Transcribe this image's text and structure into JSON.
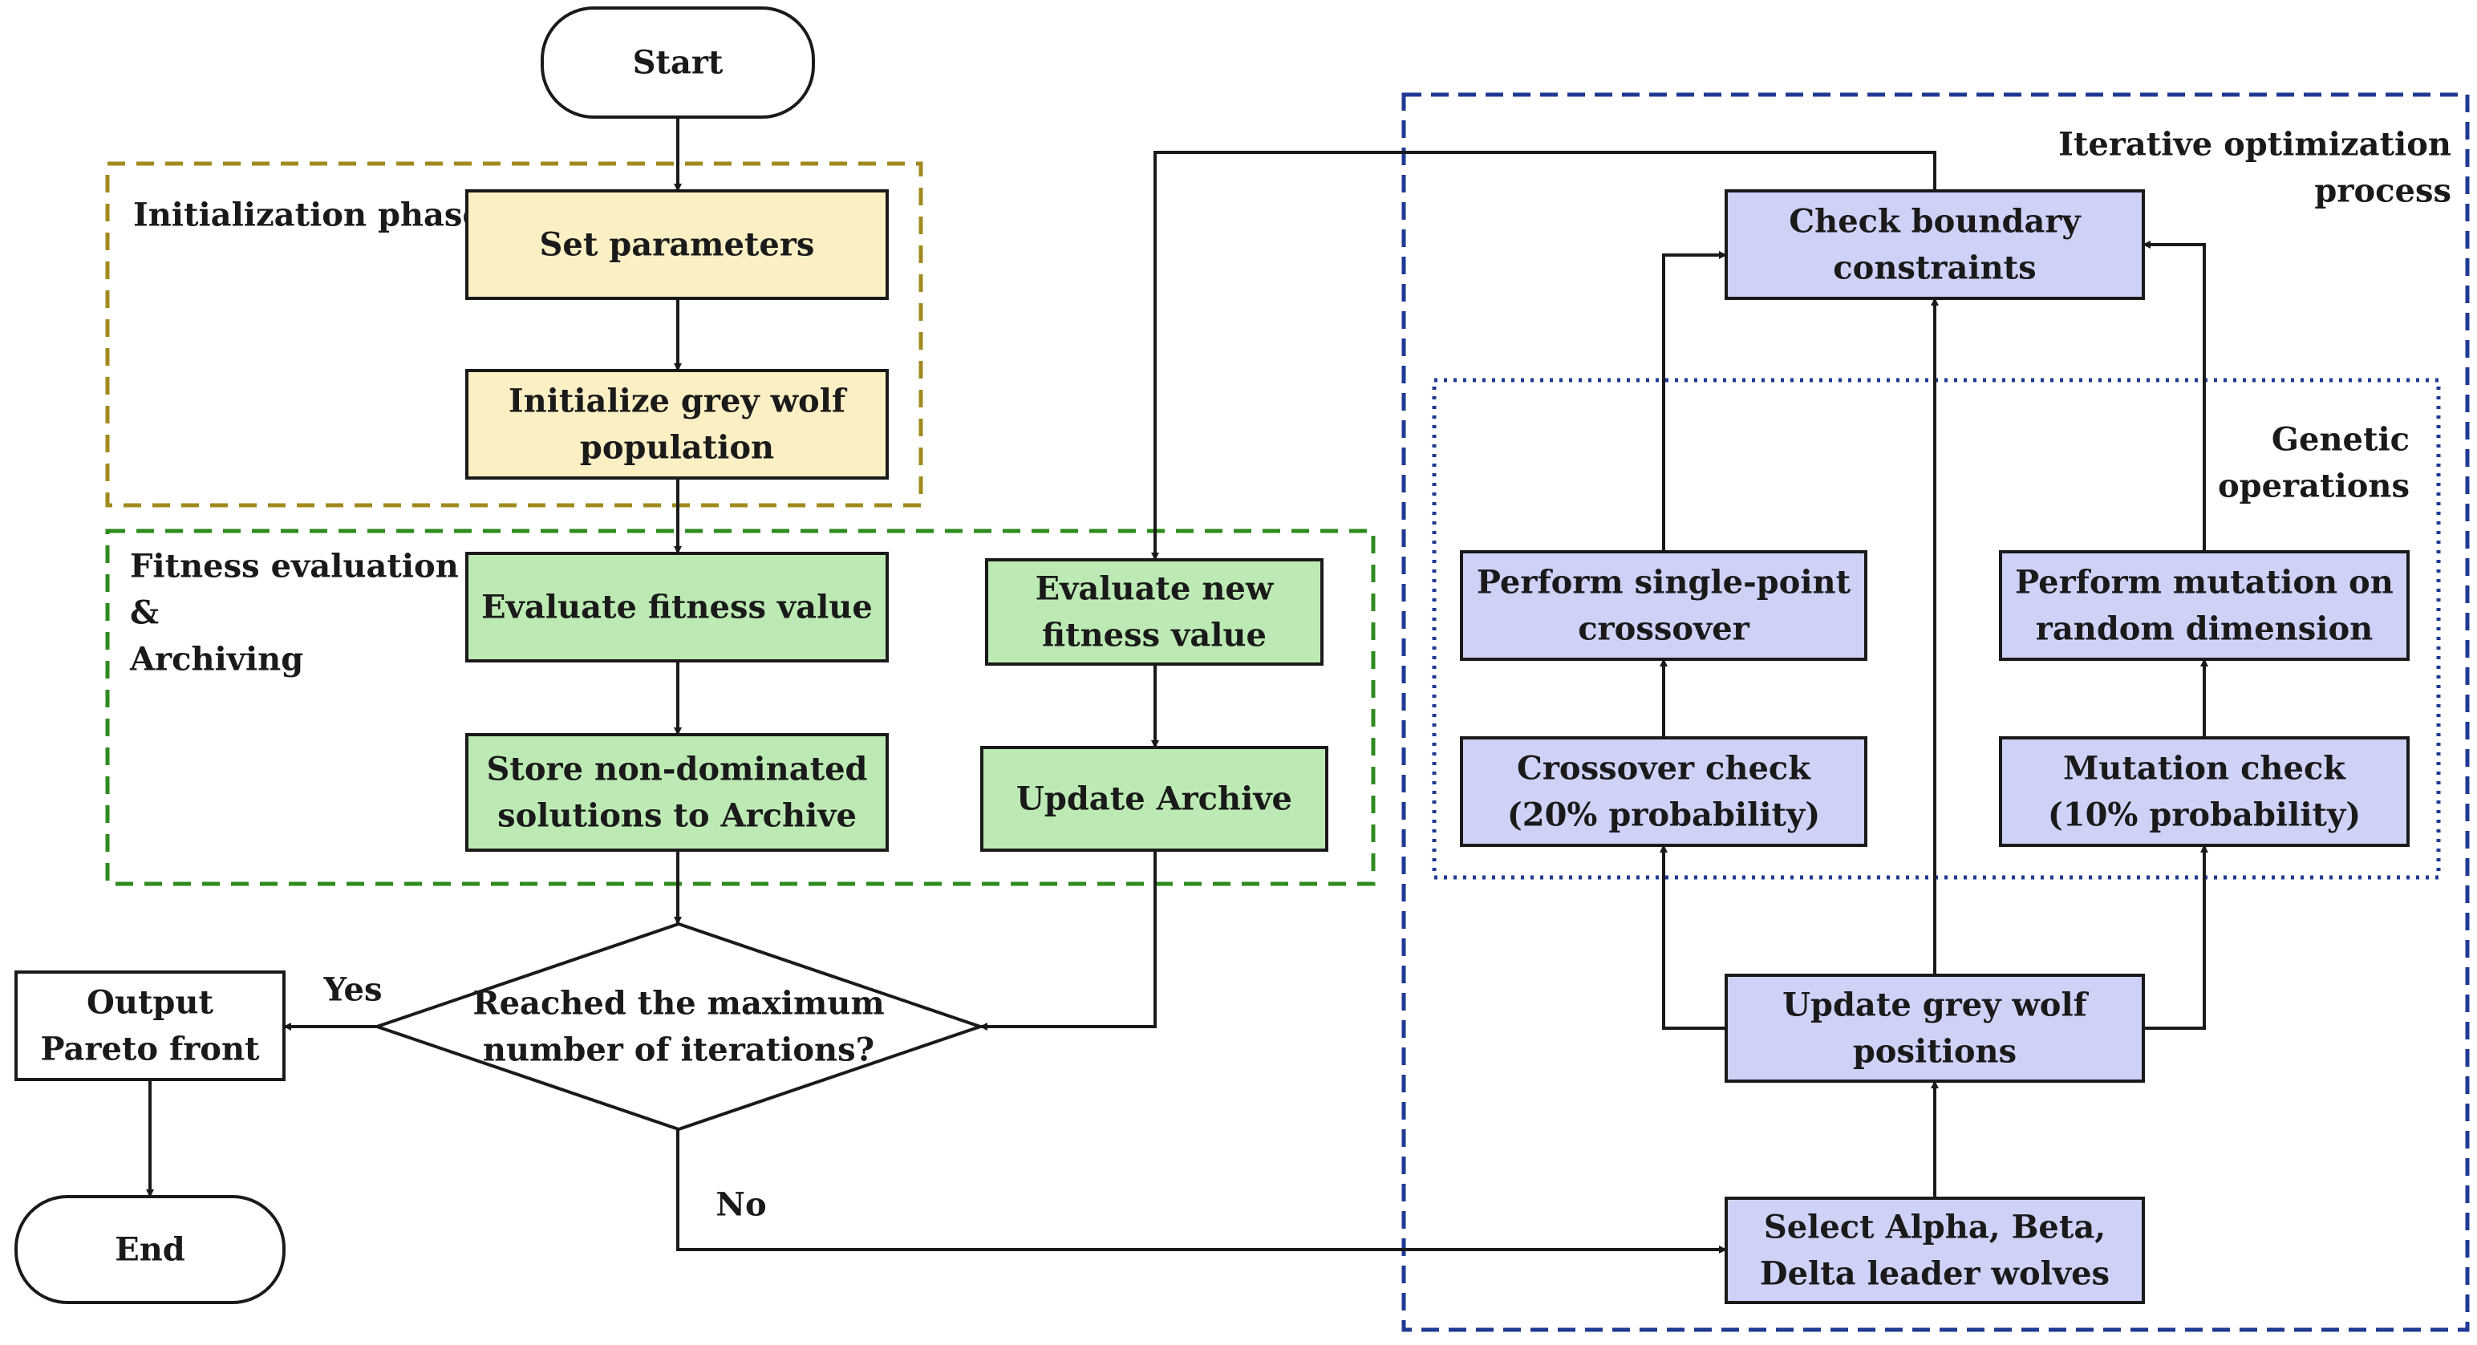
{
  "groups": [
    {
      "id": "init",
      "label": [
        "Initialization phase"
      ],
      "color": "#a08a1e"
    },
    {
      "id": "fitness",
      "label": [
        "Fitness evaluation",
        "&",
        "Archiving"
      ],
      "color": "#2e8b1e"
    },
    {
      "id": "iter",
      "label": [
        "Iterative optimization",
        "process"
      ],
      "color": "#1f3a93"
    },
    {
      "id": "genetic",
      "label": [
        "Genetic",
        "operations"
      ],
      "color": "#1f3a93"
    }
  ],
  "nodes": [
    {
      "id": "start",
      "shape": "terminal",
      "lines": [
        "Start"
      ],
      "fill": "#ffffff"
    },
    {
      "id": "set_params",
      "shape": "process",
      "lines": [
        "Set parameters"
      ],
      "fill": "#fbefc4"
    },
    {
      "id": "init_pop",
      "shape": "process",
      "lines": [
        "Initialize grey wolf",
        "population"
      ],
      "fill": "#fbefc4"
    },
    {
      "id": "eval_fit",
      "shape": "process",
      "lines": [
        "Evaluate fitness value"
      ],
      "fill": "#bdeab4"
    },
    {
      "id": "store_nd",
      "shape": "process",
      "lines": [
        "Store non-dominated",
        "solutions to Archive"
      ],
      "fill": "#bdeab4"
    },
    {
      "id": "eval_new",
      "shape": "process",
      "lines": [
        "Evaluate new",
        "fitness value"
      ],
      "fill": "#bdeab4"
    },
    {
      "id": "update_arch",
      "shape": "process",
      "lines": [
        "Update Archive"
      ],
      "fill": "#bdeab4"
    },
    {
      "id": "decision",
      "shape": "decision",
      "lines": [
        "Reached the maximum",
        "number of iterations?"
      ],
      "fill": "#ffffff"
    },
    {
      "id": "output",
      "shape": "process",
      "lines": [
        "Output",
        "Pareto front"
      ],
      "fill": "#ffffff"
    },
    {
      "id": "end",
      "shape": "terminal",
      "lines": [
        "End"
      ],
      "fill": "#ffffff"
    },
    {
      "id": "check_bound",
      "shape": "process",
      "lines": [
        "Check boundary",
        "constraints"
      ],
      "fill": "#cfd2f7"
    },
    {
      "id": "single_point",
      "shape": "process",
      "lines": [
        "Perform single-point",
        "crossover"
      ],
      "fill": "#cfd2f7"
    },
    {
      "id": "mutation_dim",
      "shape": "process",
      "lines": [
        "Perform mutation on",
        "random dimension"
      ],
      "fill": "#cfd2f7"
    },
    {
      "id": "cross_check",
      "shape": "process",
      "lines": [
        "Crossover check",
        "(20% probability)"
      ],
      "fill": "#cfd2f7"
    },
    {
      "id": "mut_check",
      "shape": "process",
      "lines": [
        "Mutation check",
        "(10% probability)"
      ],
      "fill": "#cfd2f7"
    },
    {
      "id": "update_pos",
      "shape": "process",
      "lines": [
        "Update grey wolf",
        "positions"
      ],
      "fill": "#cfd2f7"
    },
    {
      "id": "select_leaders",
      "shape": "process",
      "lines": [
        "Select Alpha, Beta,",
        "Delta leader wolves"
      ],
      "fill": "#cfd2f7"
    }
  ],
  "edges": [
    {
      "from": "start",
      "to": "set_params",
      "label": ""
    },
    {
      "from": "set_params",
      "to": "init_pop",
      "label": ""
    },
    {
      "from": "init_pop",
      "to": "eval_fit",
      "label": ""
    },
    {
      "from": "eval_fit",
      "to": "store_nd",
      "label": ""
    },
    {
      "from": "store_nd",
      "to": "decision",
      "label": ""
    },
    {
      "from": "decision",
      "to": "output",
      "label": "Yes"
    },
    {
      "from": "output",
      "to": "end",
      "label": ""
    },
    {
      "from": "decision",
      "to": "select_leaders",
      "label": "No"
    },
    {
      "from": "select_leaders",
      "to": "update_pos",
      "label": ""
    },
    {
      "from": "update_pos",
      "to": "cross_check",
      "label": ""
    },
    {
      "from": "update_pos",
      "to": "mut_check",
      "label": ""
    },
    {
      "from": "update_pos",
      "to": "check_bound",
      "label": ""
    },
    {
      "from": "cross_check",
      "to": "single_point",
      "label": ""
    },
    {
      "from": "mut_check",
      "to": "mutation_dim",
      "label": ""
    },
    {
      "from": "single_point",
      "to": "check_bound",
      "label": ""
    },
    {
      "from": "mutation_dim",
      "to": "check_bound",
      "label": ""
    },
    {
      "from": "check_bound",
      "to": "eval_new",
      "label": ""
    },
    {
      "from": "eval_new",
      "to": "update_arch",
      "label": ""
    },
    {
      "from": "update_arch",
      "to": "decision",
      "label": ""
    }
  ]
}
